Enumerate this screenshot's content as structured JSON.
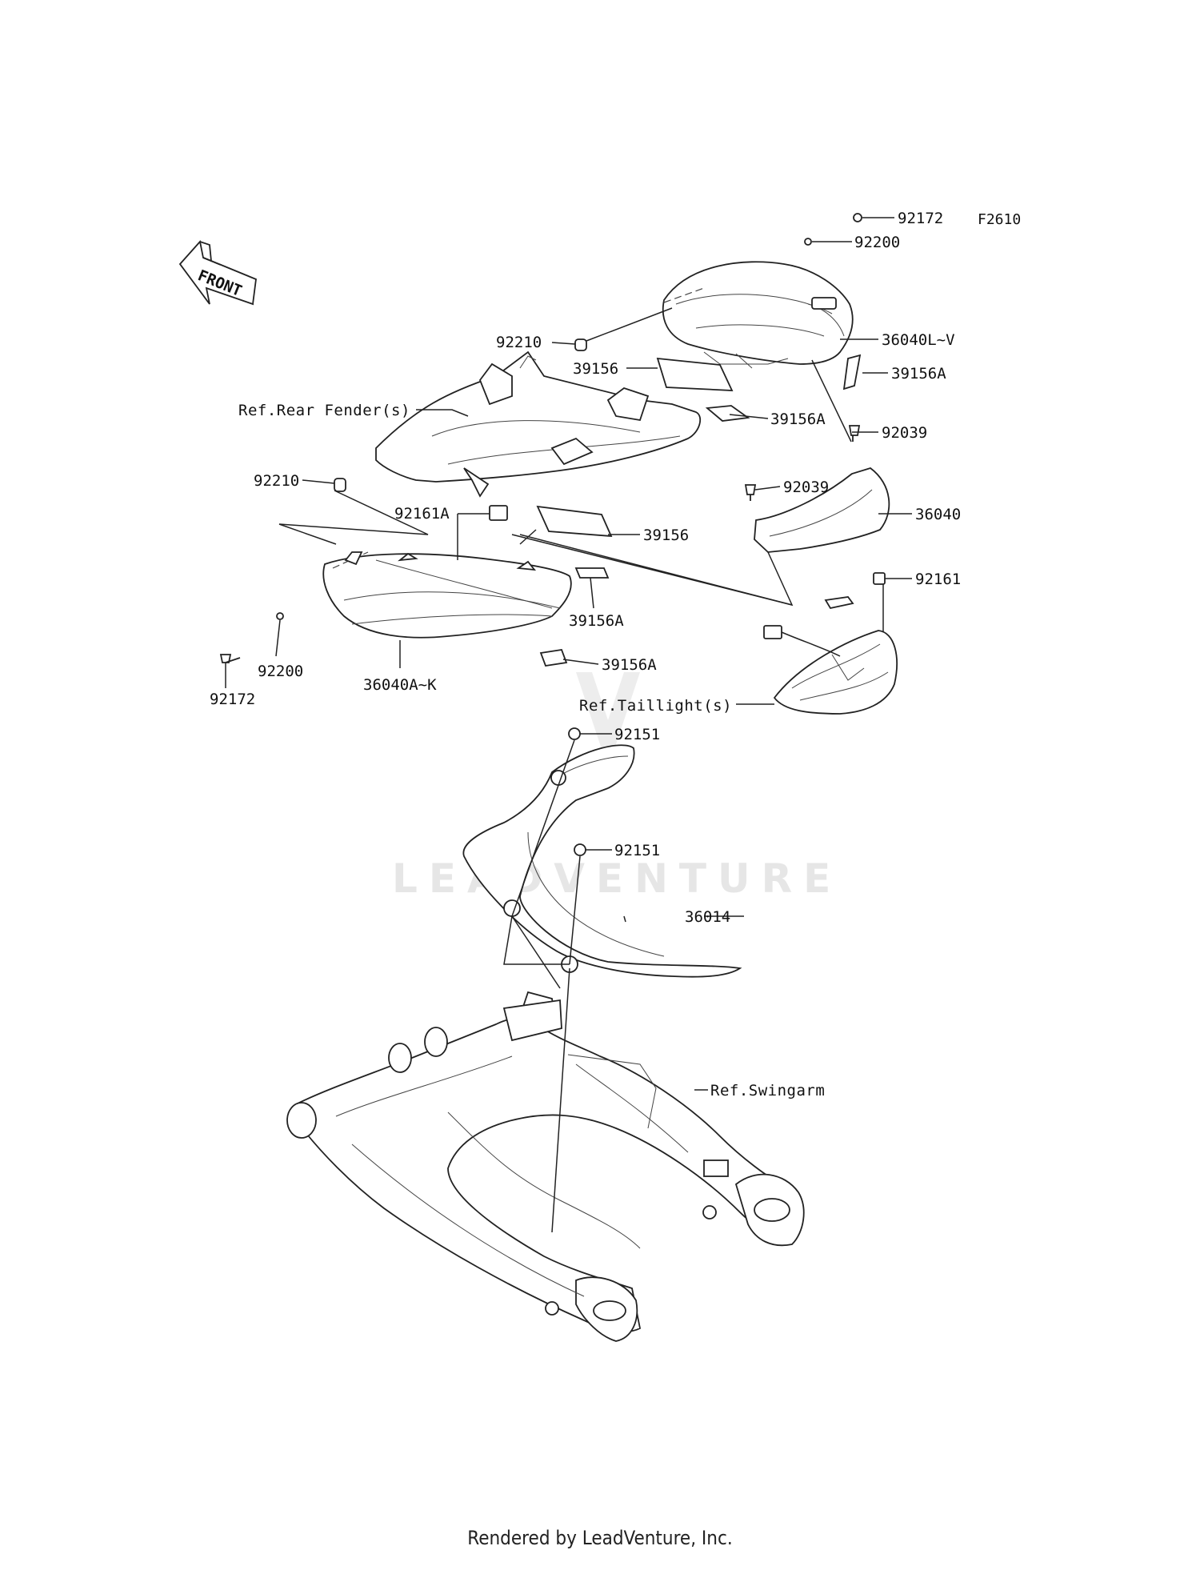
{
  "diagram_code": "F2610",
  "front_label": "FRONT",
  "watermark": "LEADVENTURE",
  "footer": "Rendered by LeadVenture, Inc.",
  "labels": {
    "p92172_top": "92172",
    "p92200_top": "92200",
    "p36040LV": "36040L~V",
    "p92210_top": "92210",
    "p39156_top": "39156",
    "p39156A_right": "39156A",
    "ref_rear_fender": "Ref.Rear Fender(s)",
    "p39156A_mid": "39156A",
    "p92039_top": "92039",
    "p92210_left": "92210",
    "p92039_mid": "92039",
    "p36040": "36040",
    "p92161A": "92161A",
    "p39156_mid": "39156",
    "p92161": "92161",
    "p39156A_lower": "39156A",
    "p92200_left": "92200",
    "p39156A_bottom": "39156A",
    "p36040AK": "36040A~K",
    "p92172_left": "92172",
    "ref_taillight": "Ref.Taillight(s)",
    "p92151_top": "92151",
    "p92151_mid": "92151",
    "p36014": "36014",
    "ref_swingarm": "Ref.Swingarm"
  }
}
